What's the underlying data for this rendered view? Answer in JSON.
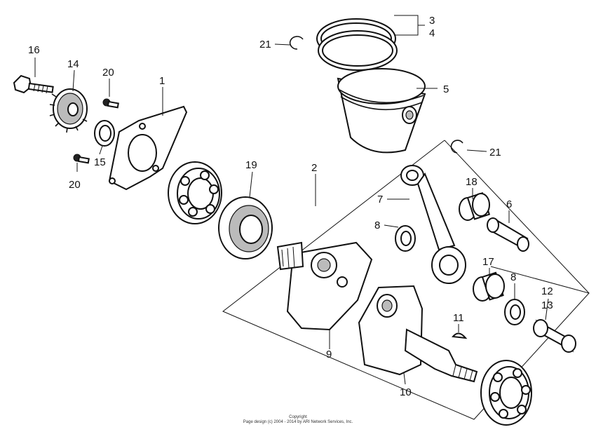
{
  "labels": [
    {
      "id": "l16",
      "text": "16"
    },
    {
      "id": "l14",
      "text": "14"
    },
    {
      "id": "l20a",
      "text": "20"
    },
    {
      "id": "l1",
      "text": "1"
    },
    {
      "id": "l21a",
      "text": "21"
    },
    {
      "id": "l3",
      "text": "3"
    },
    {
      "id": "l4",
      "text": "4"
    },
    {
      "id": "l5",
      "text": "5"
    },
    {
      "id": "l21b",
      "text": "21"
    },
    {
      "id": "l15",
      "text": "15"
    },
    {
      "id": "l20b",
      "text": "20"
    },
    {
      "id": "l19",
      "text": "19"
    },
    {
      "id": "l2",
      "text": "2"
    },
    {
      "id": "l7",
      "text": "7"
    },
    {
      "id": "l18",
      "text": "18"
    },
    {
      "id": "l6",
      "text": "6"
    },
    {
      "id": "l8a",
      "text": "8"
    },
    {
      "id": "l17",
      "text": "17"
    },
    {
      "id": "l8b",
      "text": "8"
    },
    {
      "id": "l12",
      "text": "12"
    },
    {
      "id": "l13",
      "text": "13"
    },
    {
      "id": "l11",
      "text": "11"
    },
    {
      "id": "l9",
      "text": "9"
    },
    {
      "id": "l10",
      "text": "10"
    }
  ],
  "copyright": {
    "line1": "Copyright",
    "line2": "Page design (c) 2004 - 2014 by ARI Network Services, Inc."
  }
}
